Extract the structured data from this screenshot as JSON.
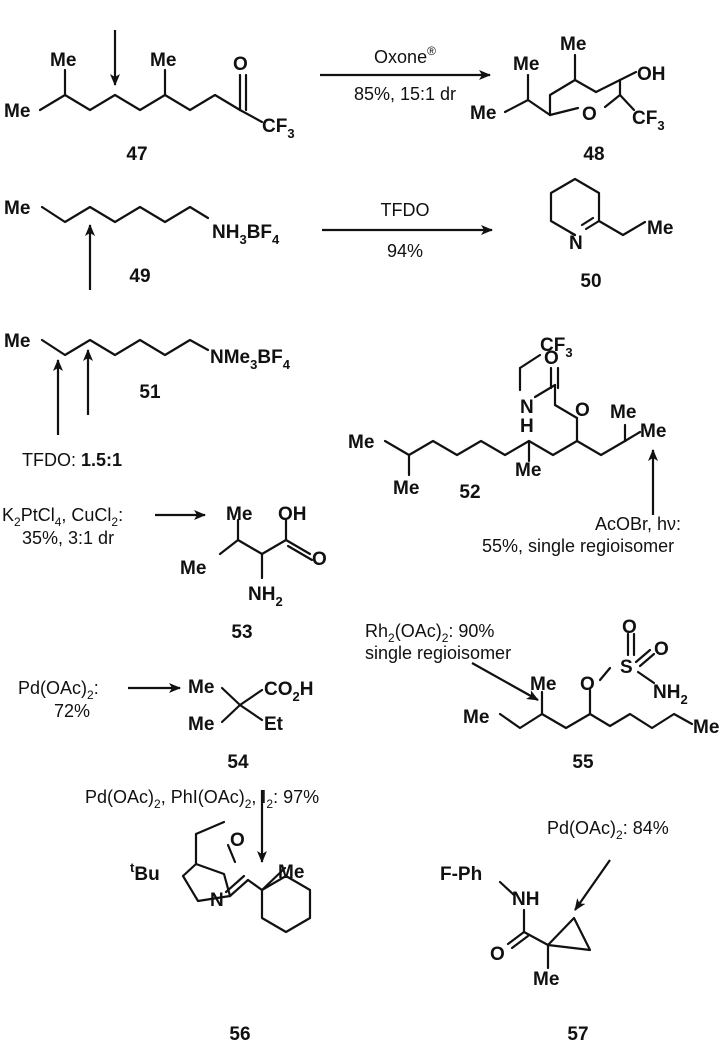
{
  "compounds": {
    "c47": "47",
    "c48": "48",
    "c49": "49",
    "c50": "50",
    "c51": "51",
    "c52": "52",
    "c53": "53",
    "c54": "54",
    "c55": "55",
    "c56": "56",
    "c57": "57"
  },
  "atoms": {
    "me": "Me",
    "o": "O",
    "oh": "OH",
    "n": "N",
    "h": "H",
    "nh": "NH",
    "c": "C",
    "f": "F",
    "s": "S",
    "et": "Et",
    "cf": "CF",
    "sub3": "3",
    "nh3bf": "NH",
    "bf": "BF",
    "sub4": "4",
    "nme3": "NMe",
    "nh2": "NH",
    "sub2": "2",
    "co2h": "CO",
    "h_after": "H",
    "tbu_sup": "t",
    "tbu": "Bu",
    "fph": "F-Ph"
  },
  "conditions": {
    "r1_top": "Oxone",
    "r1_reg": "®",
    "r1_bottom": "85%, 15:1 dr",
    "r2_top": "TFDO",
    "r2_bottom": "94%",
    "c51_label": "TFDO: ",
    "c51_ratio": "1.5:1",
    "c52_line1": "AcOBr, hν:",
    "c52_line2": "55%, single regioisomer",
    "c53_k": "K",
    "c53_2": "2",
    "c53_ptcl": "PtCl",
    "c53_4": "4",
    "c53_cucl": ", CuCl",
    "c53_2b": "2",
    "c53_colon": ":",
    "c53_line2": "35%, 3:1 dr",
    "c54_pd": "Pd(OAc)",
    "c54_2": "2",
    "c54_colon": ":",
    "c54_line2": "72%",
    "c55_rh": "Rh",
    "c55_2": "2",
    "c55_oac": "(OAc)",
    "c55_2b": "2",
    "c55_rest": ": 90%",
    "c55_line2": "single regioisomer",
    "c56_pd": "Pd(OAc)",
    "c56_2": "2",
    "c56_phi": ", PhI(OAc)",
    "c56_2b": "2",
    "c56_i": ", I",
    "c56_2c": "2",
    "c56_rest": ": 97%",
    "c57_pd": "Pd(OAc)",
    "c57_2": "2",
    "c57_rest": ": 84%"
  }
}
